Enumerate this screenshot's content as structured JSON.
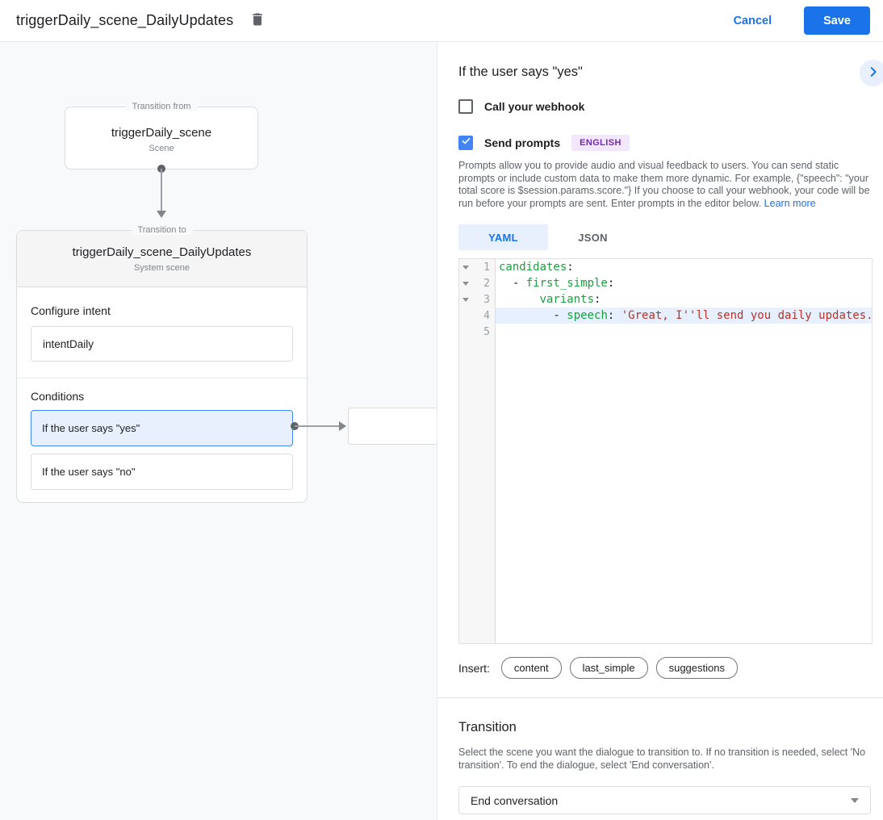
{
  "header": {
    "title": "triggerDaily_scene_DailyUpdates",
    "cancel_label": "Cancel",
    "save_label": "Save"
  },
  "canvas": {
    "from_box": {
      "legend": "Transition from",
      "title": "triggerDaily_scene",
      "subtitle": "Scene"
    },
    "to_box": {
      "legend": "Transition to",
      "title": "triggerDaily_scene_DailyUpdates",
      "subtitle": "System scene",
      "configure_intent_label": "Configure intent",
      "intent_value": "intentDaily",
      "conditions_label": "Conditions",
      "conditions": [
        {
          "label": "If the user says \"yes\"",
          "selected": true
        },
        {
          "label": "If the user says \"no\"",
          "selected": false
        }
      ]
    }
  },
  "detail": {
    "title": "If the user says \"yes\"",
    "webhook_checkbox": {
      "label": "Call your webhook",
      "checked": false
    },
    "prompts_checkbox": {
      "label": "Send prompts",
      "checked": true
    },
    "language_badge": "ENGLISH",
    "description": "Prompts allow you to provide audio and visual feedback to users. You can send static prompts or include custom data to make them more dynamic. For example, {\"speech\": \"your total score is $session.params.score.\"} If you choose to call your webhook, your code will be run before your prompts are sent. Enter prompts in the editor below. ",
    "learn_more_label": "Learn more",
    "tabs": [
      {
        "label": "YAML",
        "active": true
      },
      {
        "label": "JSON",
        "active": false
      }
    ],
    "editor": {
      "lines": [
        {
          "num": "1",
          "segments": [
            {
              "t": "candidates",
              "c": "key"
            },
            {
              "t": ":",
              "c": "plain"
            }
          ]
        },
        {
          "num": "2",
          "segments": [
            {
              "t": "  - ",
              "c": "plain"
            },
            {
              "t": "first_simple",
              "c": "key"
            },
            {
              "t": ":",
              "c": "plain"
            }
          ]
        },
        {
          "num": "3",
          "segments": [
            {
              "t": "      ",
              "c": "plain"
            },
            {
              "t": "variants",
              "c": "key"
            },
            {
              "t": ":",
              "c": "plain"
            }
          ]
        },
        {
          "num": "4",
          "segments": [
            {
              "t": "        - ",
              "c": "plain"
            },
            {
              "t": "speech",
              "c": "key"
            },
            {
              "t": ": ",
              "c": "plain"
            },
            {
              "t": "'Great, I''ll send you daily updates.",
              "c": "string"
            }
          ]
        },
        {
          "num": "5",
          "segments": []
        }
      ]
    },
    "insert_label": "Insert:",
    "insert_chips": [
      "content",
      "last_simple",
      "suggestions"
    ]
  },
  "transition": {
    "heading": "Transition",
    "description": "Select the scene you want the dialogue to transition to. If no transition is needed, select 'No transition'. To end the dialogue, select 'End conversation'.",
    "selected_value": "End conversation"
  },
  "colors": {
    "primary_blue": "#1a73e8",
    "checkbox_blue": "#4285f4",
    "selection_light_blue": "#e8f0fe",
    "badge_bg": "#f2e7fd",
    "badge_text": "#7627bb",
    "code_key_green": "#1e9e3e",
    "code_string_red": "#b3362c",
    "canvas_bg": "#f8f9fa"
  }
}
